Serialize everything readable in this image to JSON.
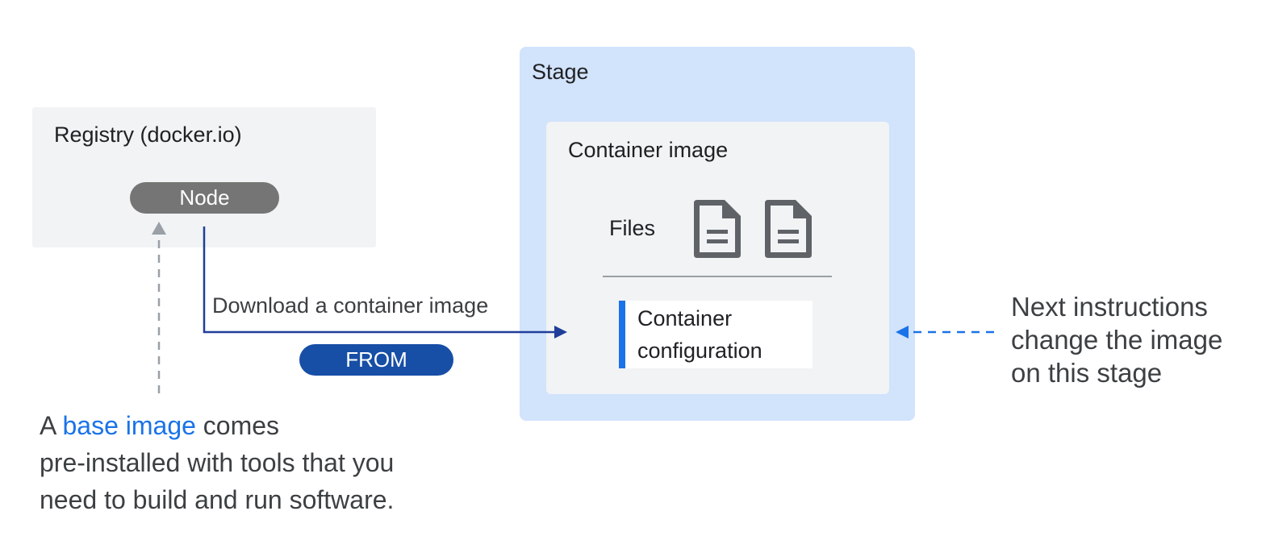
{
  "registry": {
    "title": "Registry (docker.io)",
    "node_label": "Node"
  },
  "stage": {
    "title": "Stage",
    "container_title": "Container image",
    "files_label": "Files",
    "config_line1": "Container",
    "config_line2": "configuration"
  },
  "download": {
    "label": "Download a container image",
    "from_label": "FROM"
  },
  "base_note": {
    "prefix": "A ",
    "highlight": "base image",
    "suffix": " comes",
    "line2": "pre-installed with tools that you",
    "line3": "need to build and run software."
  },
  "next_note": {
    "line1": "Next instructions",
    "line2": "change the image",
    "line3": "on this stage"
  },
  "colors": {
    "stage_bg": "#d2e3fc",
    "panel_bg": "#f1f3f4",
    "node_pill": "#757575",
    "from_pill": "#174ea6",
    "accent_blue": "#1a73e8",
    "dark_arrow": "#1f3e99",
    "dashed_gray": "#9aa0a6",
    "file_icon": "#5f6368"
  },
  "icons": {
    "file_icon": "document-icon"
  }
}
